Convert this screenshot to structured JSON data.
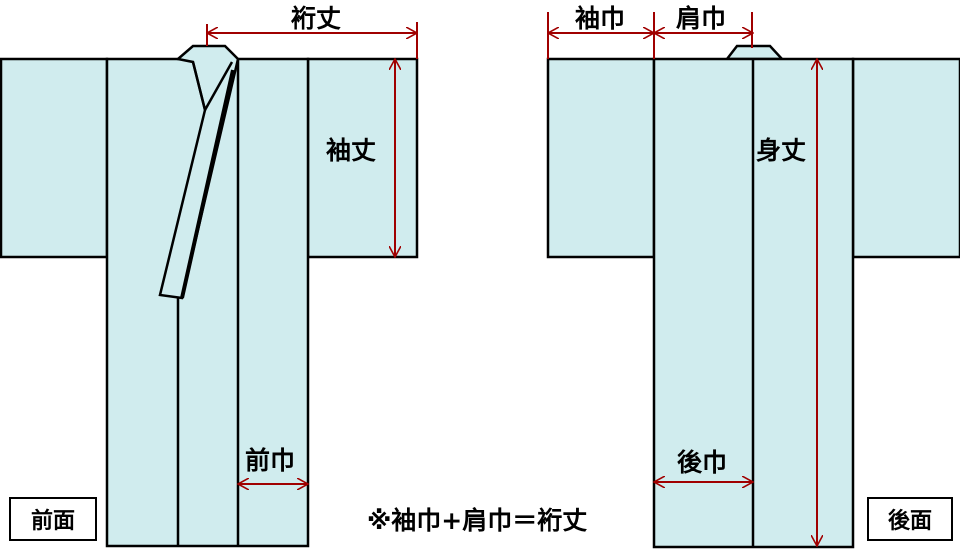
{
  "colors": {
    "fabric": "#d0ecee",
    "outline": "#000000",
    "dimension": "#a00000"
  },
  "views": {
    "front": "前面",
    "back": "後面"
  },
  "dimensions": {
    "yuki": "裄丈",
    "sode_take": "袖丈",
    "mae_haba": "前巾",
    "sode_haba": "袖巾",
    "kata_haba": "肩巾",
    "mi_take": "身丈",
    "ushiro_haba": "後巾"
  },
  "note": "※袖巾+肩巾＝裄丈"
}
